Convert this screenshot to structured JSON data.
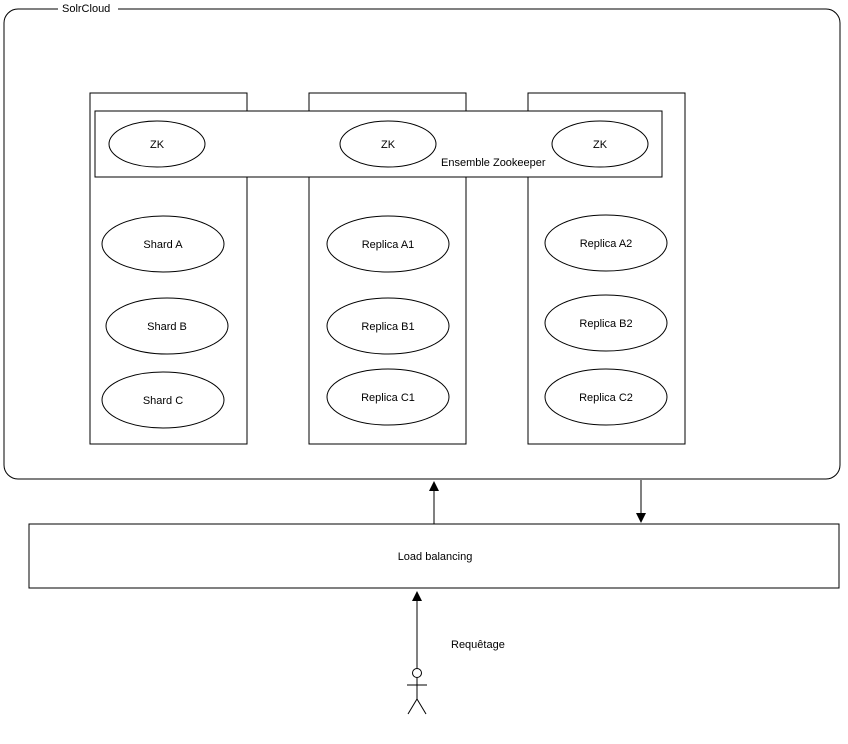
{
  "cluster": {
    "title": "SolrCloud"
  },
  "zookeeper": {
    "label": "Ensemble Zookeeper",
    "nodes": [
      "ZK",
      "ZK",
      "ZK"
    ]
  },
  "columns": [
    {
      "items": [
        "Shard A",
        "Shard B",
        "Shard C"
      ]
    },
    {
      "items": [
        "Replica A1",
        "Replica B1",
        "Replica C1"
      ]
    },
    {
      "items": [
        "Replica A2",
        "Replica B2",
        "Replica C2"
      ]
    }
  ],
  "load_balancer": {
    "label": "Load balancing"
  },
  "client": {
    "label": "Requêtage"
  }
}
